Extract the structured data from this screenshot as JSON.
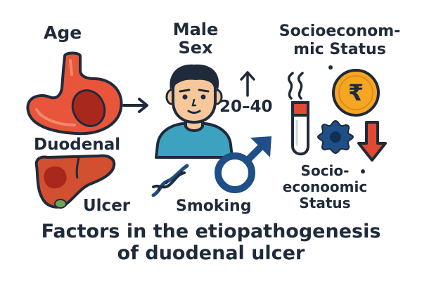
{
  "labels": {
    "age": "Age",
    "male_sex_line1": "Male",
    "male_sex_line2": "Sex",
    "ses_top_line1": "Socioeconom-",
    "ses_top_line2": "mic Status",
    "age_range": "20–40",
    "duodenal": "Duodenal",
    "ulcer": "Ulcer",
    "smoking": "Smoking",
    "ses_bottom_line1": "Socio-",
    "ses_bottom_line2": "econoomic",
    "ses_bottom_line3": "Status",
    "rupee_symbol": "₹"
  },
  "title": {
    "line1": "Factors in the etiopathogenesis",
    "line2": "of duodenal ulcer"
  },
  "icons": [
    "stomach-icon",
    "liver-icon",
    "arrow-right-icon",
    "male-person-icon",
    "arrow-up-icon",
    "dna-icon",
    "male-symbol-icon",
    "cigarette-icon",
    "smoke-icon",
    "rupee-coin-icon",
    "gear-icon",
    "arrow-down-icon"
  ],
  "colors": {
    "text": "#1f2a3a",
    "stomach": "#e8553a",
    "liver": "#d2502f",
    "skin": "#f7c79c",
    "shirt": "#3da2c0",
    "navy": "#1e4f86",
    "coin": "#f5a623",
    "accent_red": "#e04a33"
  }
}
